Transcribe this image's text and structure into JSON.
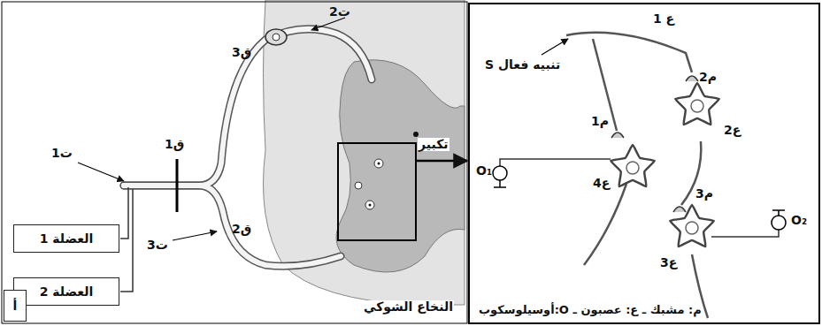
{
  "diagram": {
    "nodes": [
      {
        "text": [
          "العضلة 1"
        ]
      },
      {
        "text": [
          "العضلة 2"
        ]
      },
      {
        "text": [
          "أ"
        ]
      }
    ],
    "labels": [
      "ت2",
      "ق3",
      "ق1",
      "ت1",
      "تكبير",
      "ق2",
      "ت3",
      "النخاع الشوكي",
      "ع 1",
      "تنبيه فعال S",
      "م2",
      "ع2",
      "م1",
      "O₁",
      "ع4",
      "م3",
      "O₂",
      "ع3",
      "م: مشبك ـ ع: عصبون ـ O:أوسيلوسكوب"
    ]
  }
}
